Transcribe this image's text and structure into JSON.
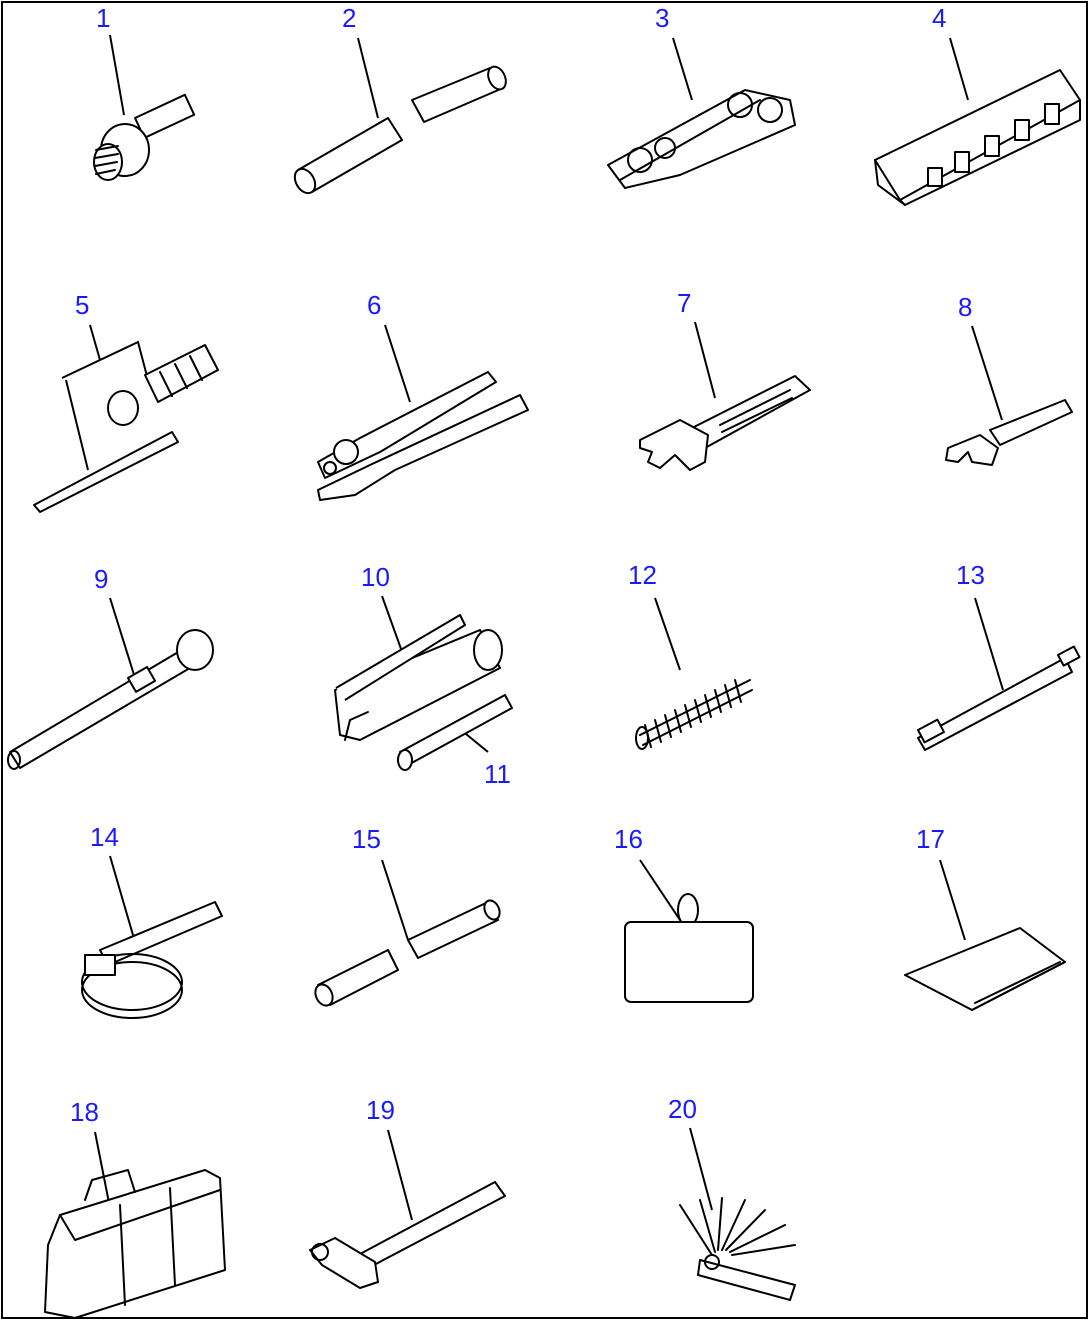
{
  "labels": [
    "1",
    "2",
    "3",
    "4",
    "5",
    "6",
    "7",
    "8",
    "9",
    "10",
    "11",
    "12",
    "13",
    "14",
    "15",
    "16",
    "17",
    "18",
    "19",
    "20"
  ],
  "colors": {
    "label": "#1a1aff",
    "ink": "#000000",
    "background": "#ffffff"
  }
}
